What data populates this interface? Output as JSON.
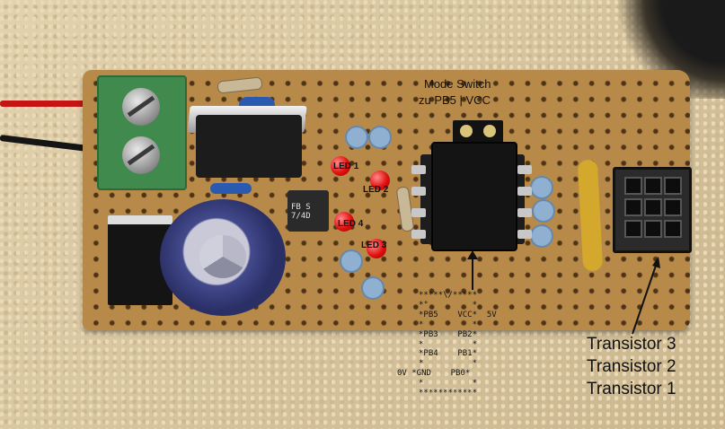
{
  "annotations": {
    "mode_switch": [
      "Mode Switch",
      "zu PB5 | VCC"
    ],
    "leds": [
      "LED 1",
      "LED 2",
      "LED 4",
      "LED 3"
    ],
    "transistors": [
      "Transistor 3",
      "Transistor 2",
      "Transistor 1"
    ],
    "bridge_marking": "FB S\n7/4D"
  },
  "pinout": [
    "*****\\/*****",
    "*°         *",
    "*PB5    VCC*  5V",
    "*          *",
    "*PB3    PB2*",
    "*          *",
    "*PB4    PB1*",
    "*          *",
    "0V *GND    PB0*",
    "*          *",
    "************"
  ],
  "colors": {
    "board": "#b88a4a",
    "terminal": "#3f8a4c",
    "led": "#e01010",
    "annotation_text": "#111111"
  }
}
